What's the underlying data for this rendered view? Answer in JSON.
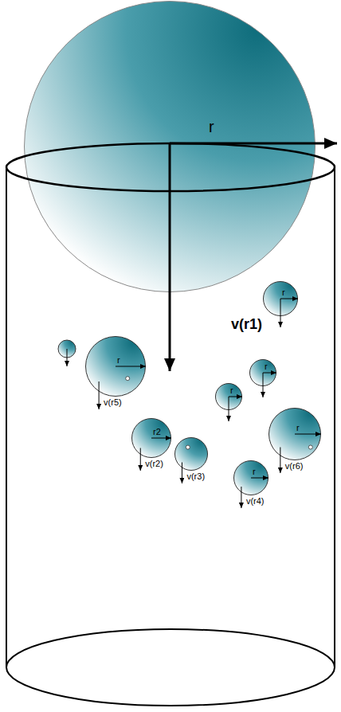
{
  "diagram": {
    "nodes": [
      {
        "text": [
          "r"
        ]
      },
      {
        "text": [
          "r"
        ]
      },
      {
        "text": [
          "r",
          "v(r5)"
        ]
      },
      {
        "text": [
          "r"
        ]
      },
      {
        "text": [
          "r"
        ]
      },
      {
        "text": [
          "r2",
          "v(r2)"
        ]
      },
      {
        "text": [
          "r",
          "v(r6)"
        ]
      },
      {
        "text": [
          "v(r3)"
        ]
      },
      {
        "text": [
          "r",
          "v(r4)"
        ]
      }
    ],
    "labels": [
      "v(r1)"
    ]
  }
}
